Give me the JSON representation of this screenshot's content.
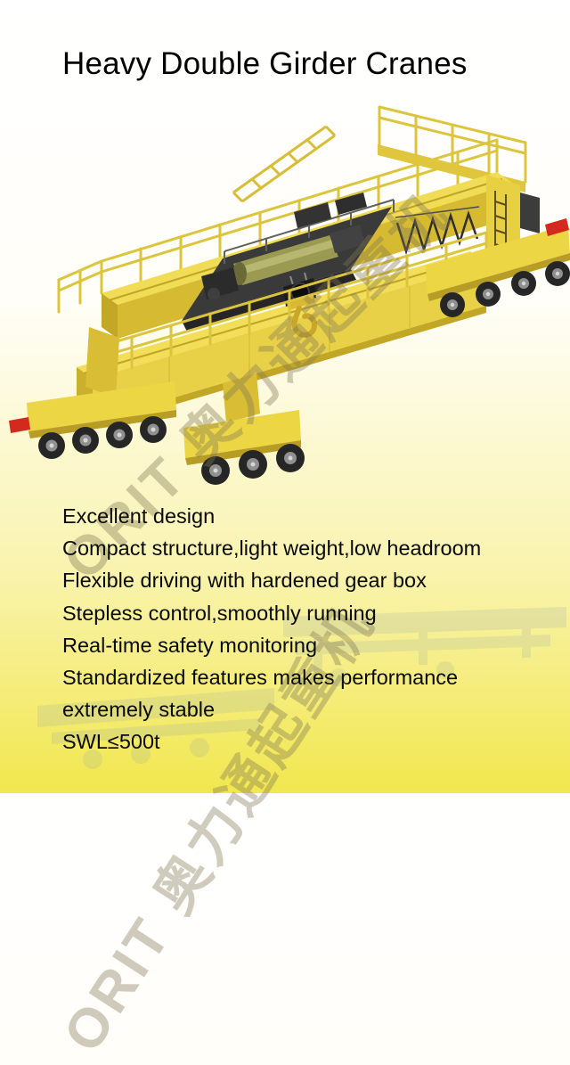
{
  "page": {
    "title": "Heavy Double Girder Cranes"
  },
  "watermark": {
    "text": "ORIT 奥力通起重机"
  },
  "features": {
    "lines": [
      "Excellent design",
      "Compact structure,light weight,low headroom",
      "Flexible driving with hardened gear box",
      "Stepless control,smoothly running",
      "Real-time safety monitoring",
      "Standardized features makes performance",
      "extremely stable",
      "SWL≤500t"
    ]
  },
  "illustration": {
    "label": "double-girder-overhead-crane-3d-render",
    "colors": {
      "crane_yellow": "#EFD94F",
      "crane_yellow_shade": "#C9AD2C",
      "machinery_dark": "#333333",
      "buffer_red": "#D42A1E",
      "hoist_drum_olive": "#9A9A52"
    }
  },
  "background": {
    "top": "#FFFFFF",
    "bottom": "#F1E74E"
  }
}
